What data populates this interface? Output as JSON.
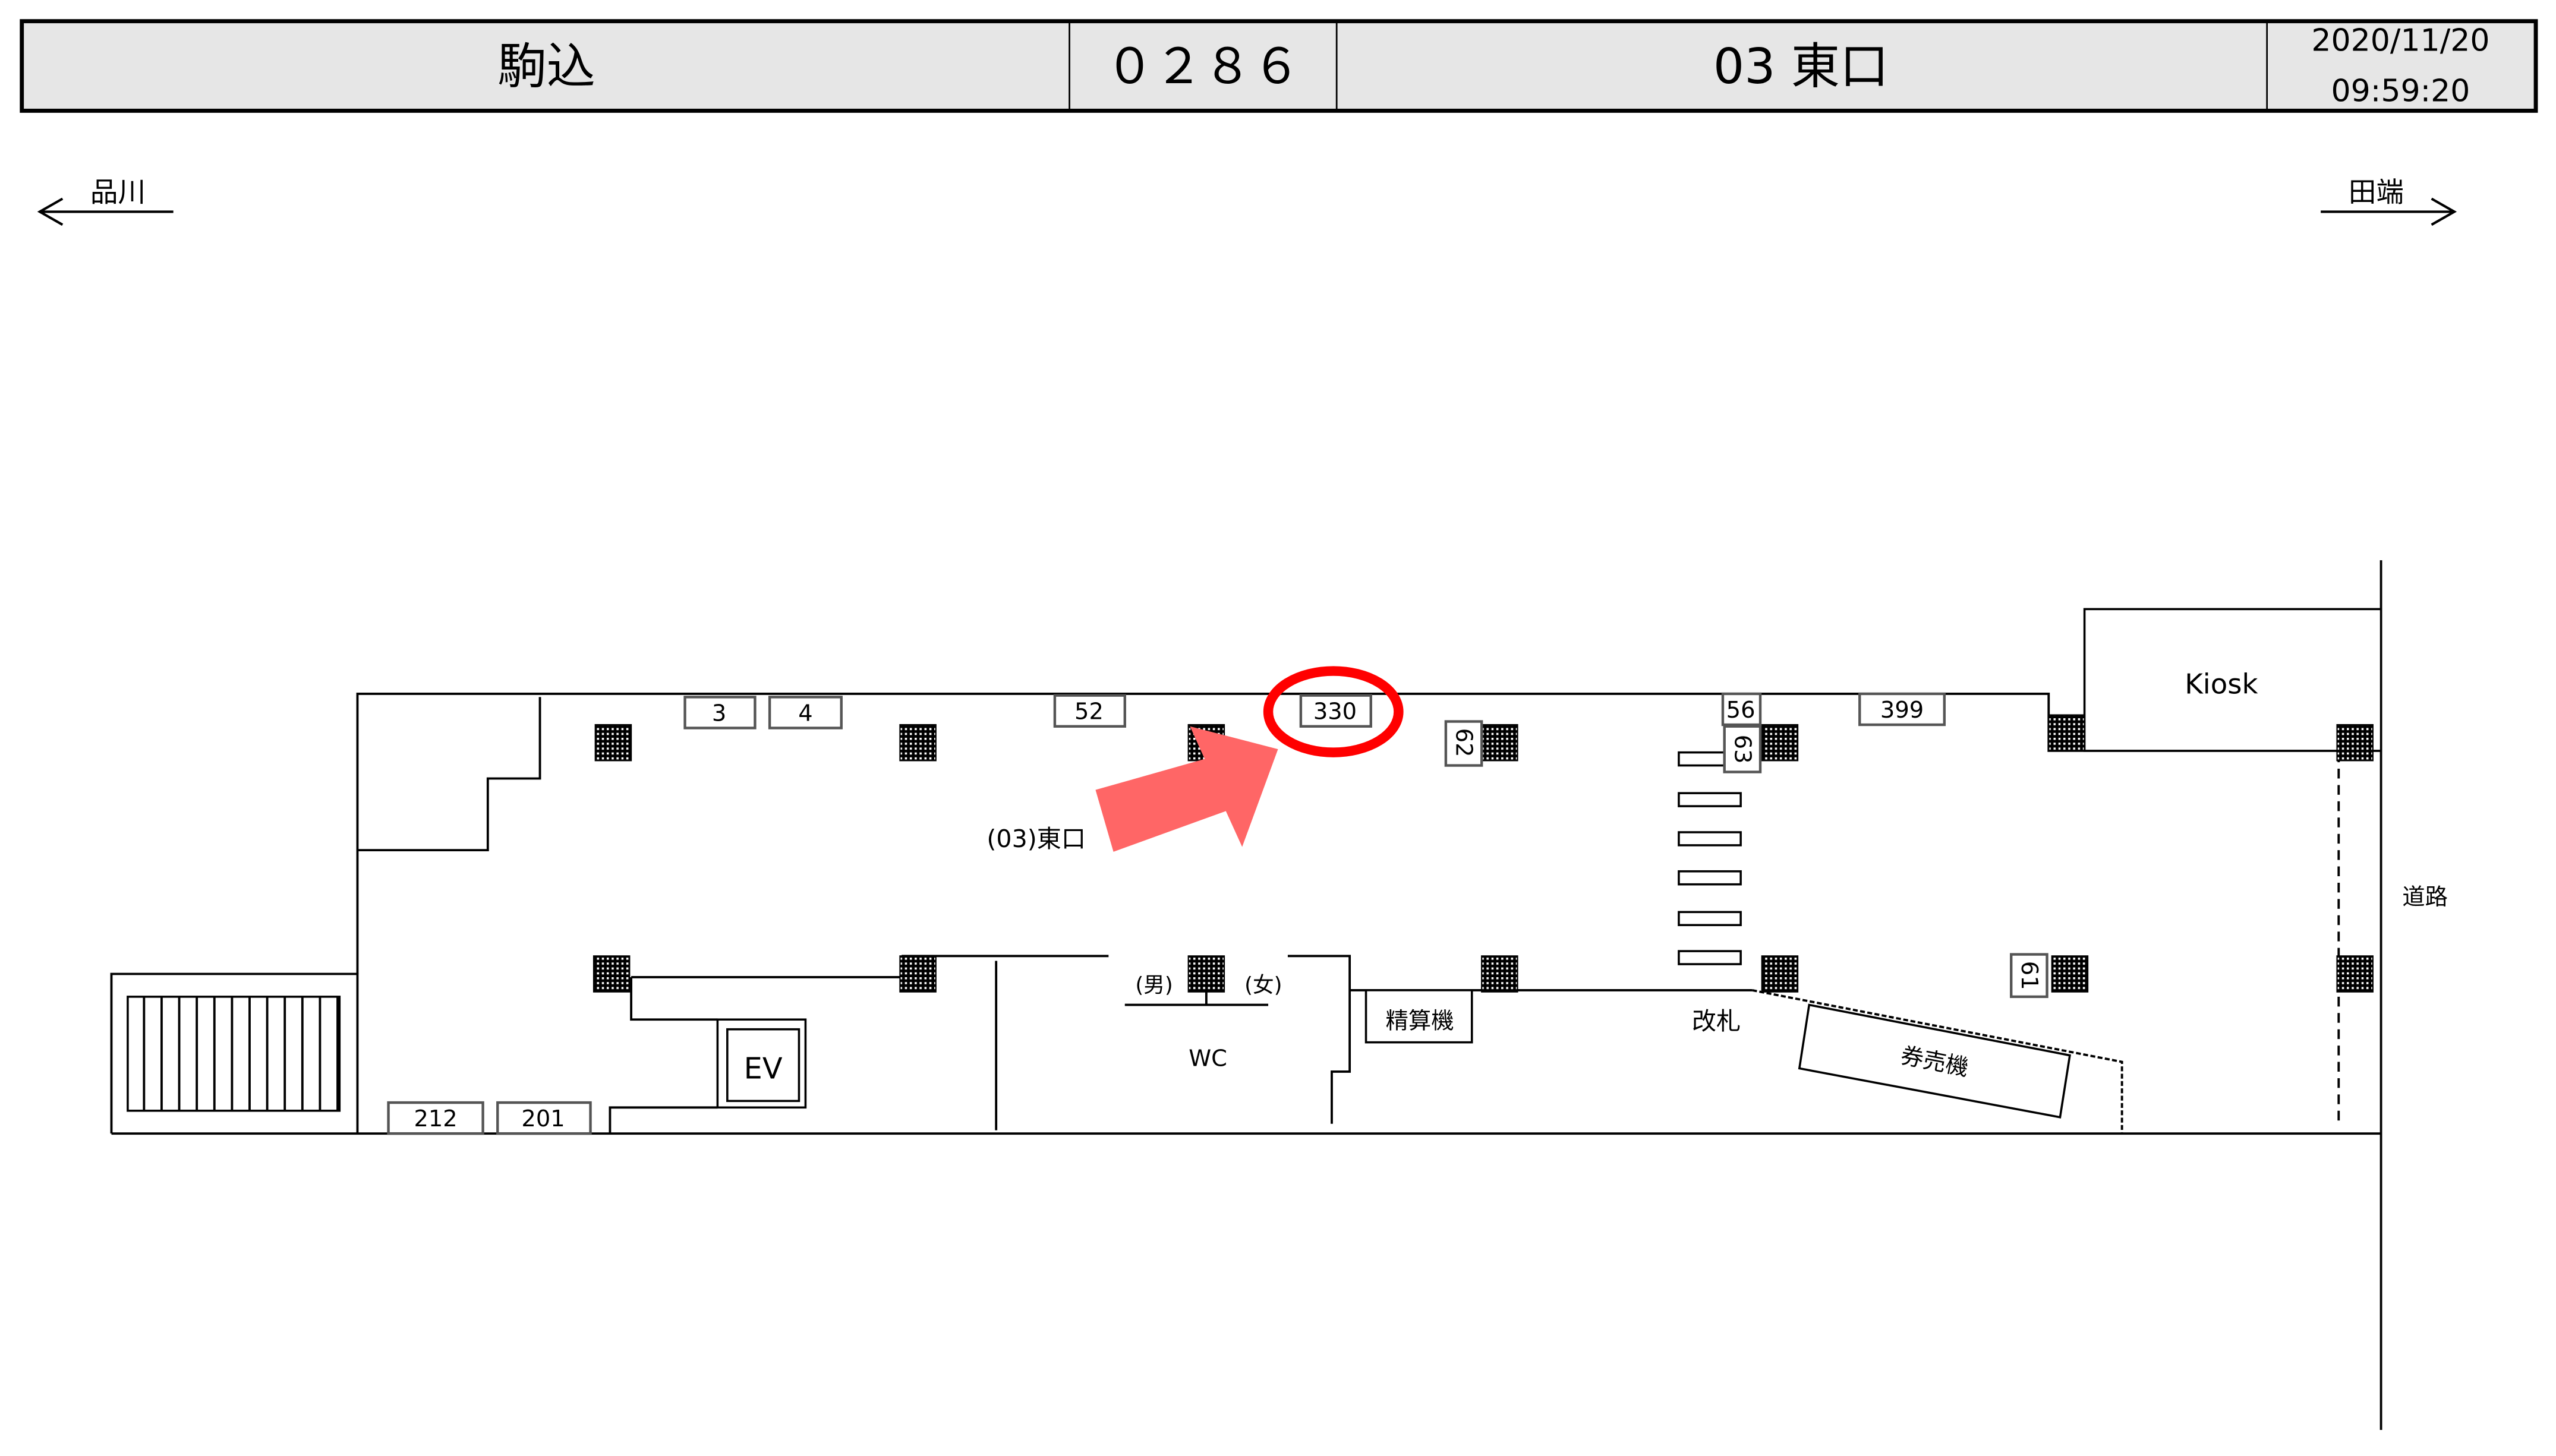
{
  "header": {
    "station": "駒込",
    "code": "０２８６",
    "exit": "03 東口",
    "date": "2020/11/20",
    "time": "09:59:20"
  },
  "directions": {
    "left": "品川",
    "right": "田端"
  },
  "map": {
    "exit_label": "(03)東口",
    "kiosk": "Kiosk",
    "road": "道路",
    "ev": "EV",
    "wc": "WC",
    "wc_men": "(男)",
    "wc_women": "(女)",
    "fare_adjust": "精算機",
    "gates": "改札",
    "ticket_machine": "券売機",
    "signs_top": [
      "3",
      "4",
      "52",
      "330",
      "56",
      "399"
    ],
    "signs_vertical": [
      "62",
      "63",
      "61"
    ],
    "signs_bottom": [
      "212",
      "201"
    ],
    "highlighted_sign": "330"
  },
  "colors": {
    "header_bg": "#e6e6e6",
    "highlight": "#ff0000",
    "arrow": "#ff6666"
  }
}
